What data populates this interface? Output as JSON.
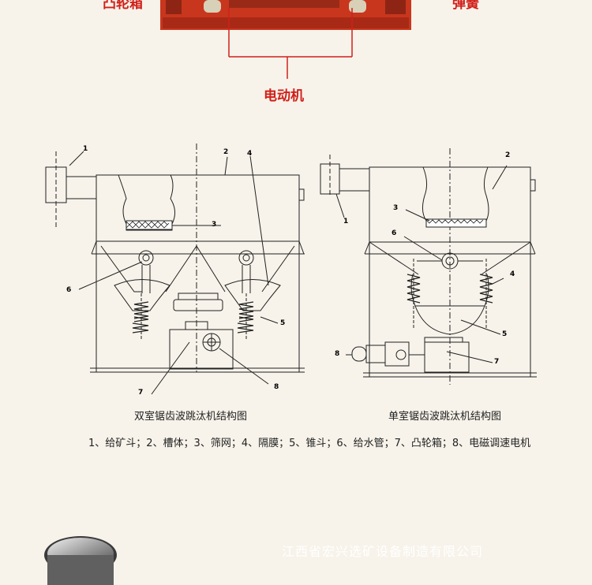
{
  "photo": {
    "label_left": "凸轮箱",
    "label_right": "弹簧",
    "label_motor": "电动机"
  },
  "diagrams": {
    "left_title": "双室锯齿波跳汰机结构图",
    "right_title": "单室锯齿波跳汰机结构图",
    "legend": "1、给矿斗；2、槽体；3、筛网；4、隔膜；5、锥斗；6、给水管；7、凸轮箱；8、电磁调速电机",
    "left_numbers": [
      "1",
      "2",
      "3",
      "4",
      "5",
      "6",
      "7",
      "8"
    ],
    "right_numbers": [
      "1",
      "2",
      "3",
      "4",
      "5",
      "6",
      "7",
      "8"
    ]
  },
  "footer": {
    "watermark": "江西省宏兴选矿设备制造有限公司"
  },
  "colors": {
    "background": "#f7f3ea",
    "accent_red": "#d1201b",
    "machine_red": "#c8361e",
    "line": "#222222"
  }
}
